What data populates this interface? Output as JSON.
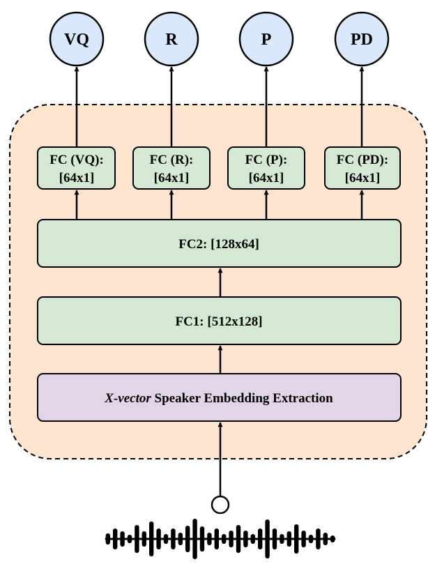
{
  "outputs": [
    {
      "label": "VQ"
    },
    {
      "label": "R"
    },
    {
      "label": "P"
    },
    {
      "label": "PD"
    }
  ],
  "heads": [
    {
      "line1": "FC (VQ):",
      "line2": "[64x1]"
    },
    {
      "line1": "FC (R):",
      "line2": "[64x1]"
    },
    {
      "line1": "FC (P):",
      "line2": "[64x1]"
    },
    {
      "line1": "FC (PD):",
      "line2": "[64x1]"
    }
  ],
  "fc2": {
    "label": "FC2: [128x64]"
  },
  "fc1": {
    "label": "FC1: [512x128]"
  },
  "xvector": {
    "label_italic": "X-vector",
    "label_rest": " Speaker Embedding Extraction"
  },
  "colors": {
    "output_node": "#dae8fc",
    "fc_block": "#d5e8d4",
    "xvector_block": "#e1d5e7",
    "container": "#fde4cf",
    "stroke": "#000000"
  },
  "icons": {
    "waveform": "audio-waveform-icon"
  }
}
